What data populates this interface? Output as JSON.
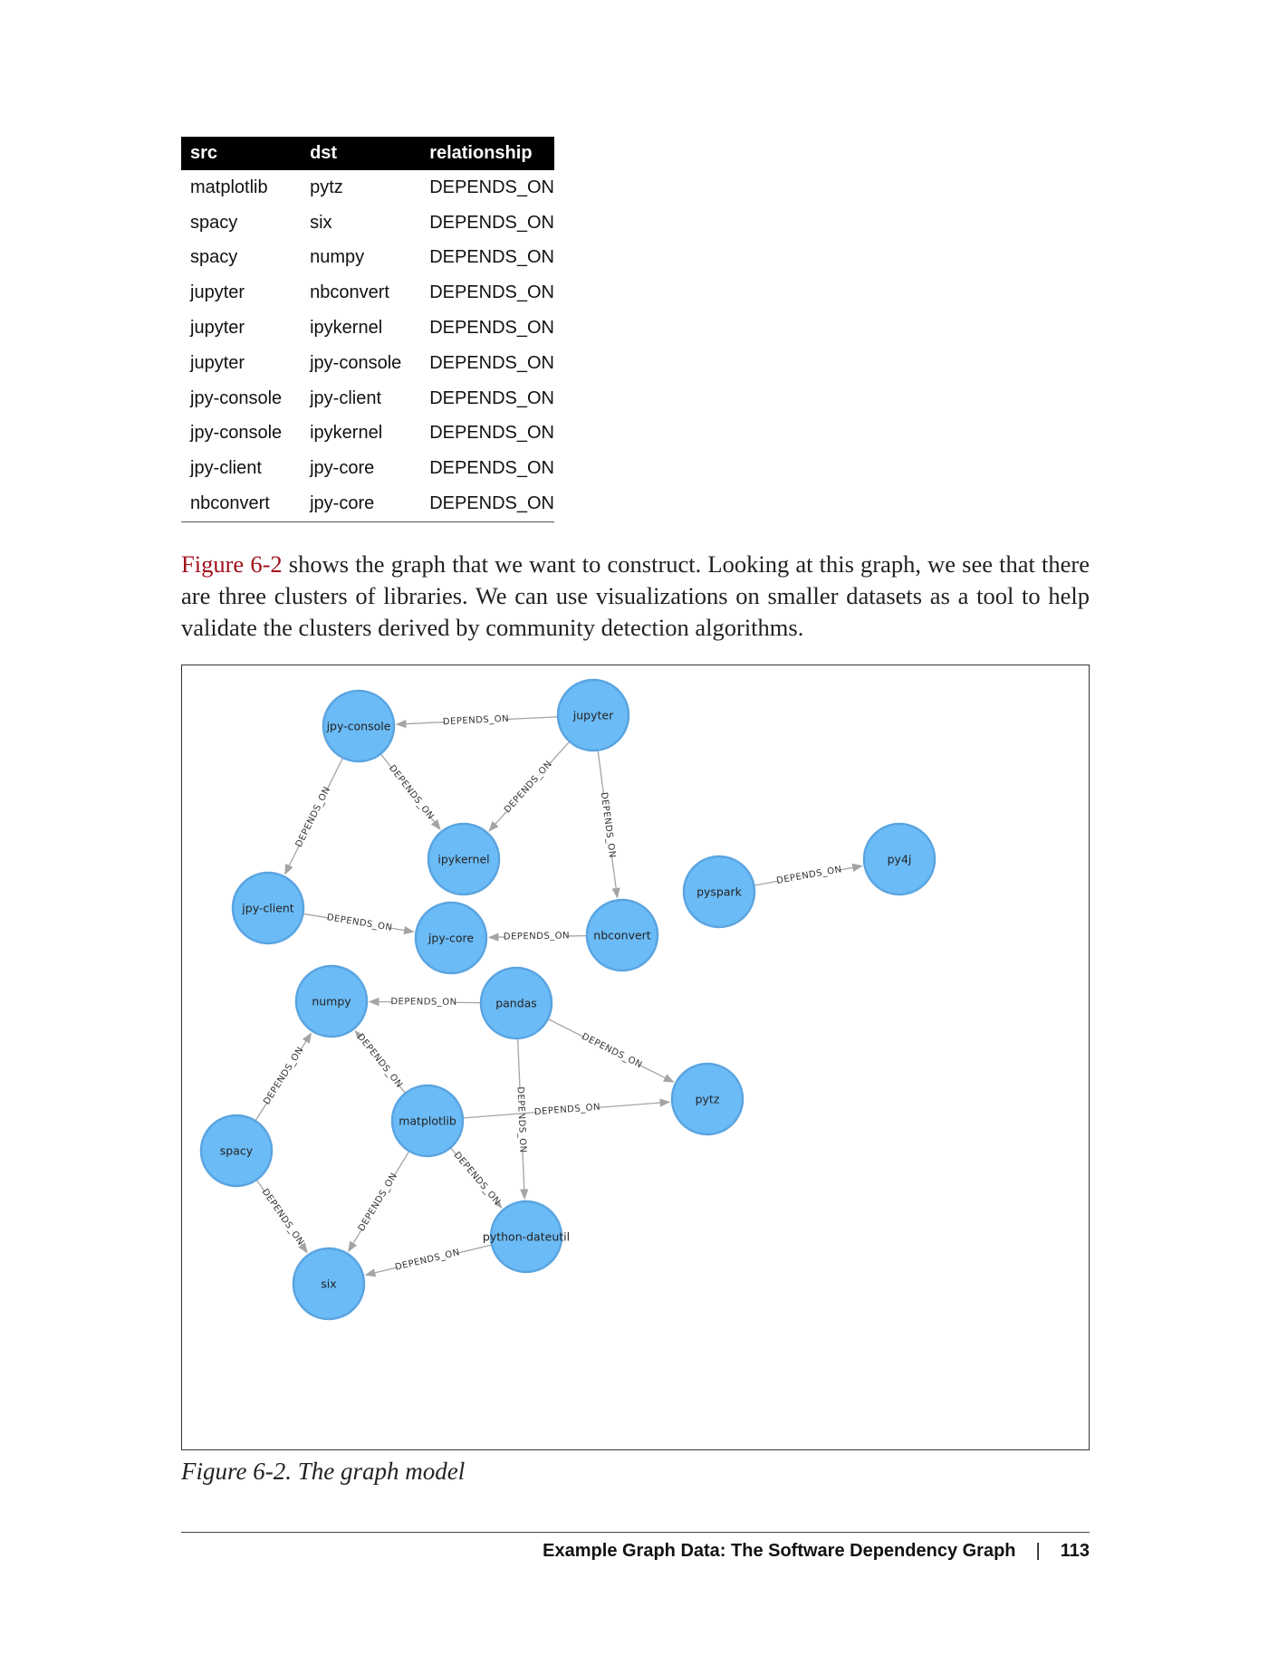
{
  "table": {
    "headers": [
      "src",
      "dst",
      "relationship"
    ],
    "rows": [
      [
        "matplotlib",
        "pytz",
        "DEPENDS_ON"
      ],
      [
        "spacy",
        "six",
        "DEPENDS_ON"
      ],
      [
        "spacy",
        "numpy",
        "DEPENDS_ON"
      ],
      [
        "jupyter",
        "nbconvert",
        "DEPENDS_ON"
      ],
      [
        "jupyter",
        "ipykernel",
        "DEPENDS_ON"
      ],
      [
        "jupyter",
        "jpy-console",
        "DEPENDS_ON"
      ],
      [
        "jpy-console",
        "jpy-client",
        "DEPENDS_ON"
      ],
      [
        "jpy-console",
        "ipykernel",
        "DEPENDS_ON"
      ],
      [
        "jpy-client",
        "jpy-core",
        "DEPENDS_ON"
      ],
      [
        "nbconvert",
        "jpy-core",
        "DEPENDS_ON"
      ]
    ]
  },
  "paragraph": {
    "figure_ref": "Figure 6-2",
    "text": " shows the graph that we want to construct. Looking at this graph, we see that there are three clusters of libraries. We can use visualizations on smaller datasets as a tool to help validate the clusters derived by community detection algorithms."
  },
  "figure": {
    "caption": "Figure 6-2. The graph model",
    "node_color": "#6bbbf6",
    "edge_color": "#a4a4a4",
    "nodes": [
      {
        "id": "jpy-console"
      },
      {
        "id": "jupyter"
      },
      {
        "id": "ipykernel"
      },
      {
        "id": "jpy-client"
      },
      {
        "id": "jpy-core"
      },
      {
        "id": "nbconvert"
      },
      {
        "id": "pyspark"
      },
      {
        "id": "py4j"
      },
      {
        "id": "numpy"
      },
      {
        "id": "pandas"
      },
      {
        "id": "pytz"
      },
      {
        "id": "matplotlib"
      },
      {
        "id": "spacy"
      },
      {
        "id": "python-dateutil"
      },
      {
        "id": "six"
      }
    ],
    "edges": [
      {
        "source": "jupyter",
        "target": "jpy-console",
        "label": "DEPENDS_ON"
      },
      {
        "source": "jupyter",
        "target": "ipykernel",
        "label": "DEPENDS_ON"
      },
      {
        "source": "jupyter",
        "target": "nbconvert",
        "label": "DEPENDS_ON"
      },
      {
        "source": "jpy-console",
        "target": "ipykernel",
        "label": "DEPENDS_ON"
      },
      {
        "source": "jpy-console",
        "target": "jpy-client",
        "label": "DEPENDS_ON"
      },
      {
        "source": "jpy-client",
        "target": "jpy-core",
        "label": "DEPENDS_ON"
      },
      {
        "source": "nbconvert",
        "target": "jpy-core",
        "label": "DEPENDS_ON"
      },
      {
        "source": "pyspark",
        "target": "py4j",
        "label": "DEPENDS_ON"
      },
      {
        "source": "pandas",
        "target": "numpy",
        "label": "DEPENDS_ON"
      },
      {
        "source": "pandas",
        "target": "pytz",
        "label": "DEPENDS_ON"
      },
      {
        "source": "pandas",
        "target": "python-dateutil",
        "label": "DEPENDS_ON"
      },
      {
        "source": "matplotlib",
        "target": "numpy",
        "label": "DEPENDS_ON"
      },
      {
        "source": "matplotlib",
        "target": "pytz",
        "label": "DEPENDS_ON"
      },
      {
        "source": "matplotlib",
        "target": "python-dateutil",
        "label": "DEPENDS_ON"
      },
      {
        "source": "matplotlib",
        "target": "six",
        "label": "DEPENDS_ON"
      },
      {
        "source": "spacy",
        "target": "numpy",
        "label": "DEPENDS_ON"
      },
      {
        "source": "spacy",
        "target": "six",
        "label": "DEPENDS_ON"
      },
      {
        "source": "python-dateutil",
        "target": "six",
        "label": "DEPENDS_ON"
      }
    ]
  },
  "footer": {
    "title": "Example Graph Data: The Software Dependency Graph",
    "separator": "|",
    "page_number": "113"
  }
}
